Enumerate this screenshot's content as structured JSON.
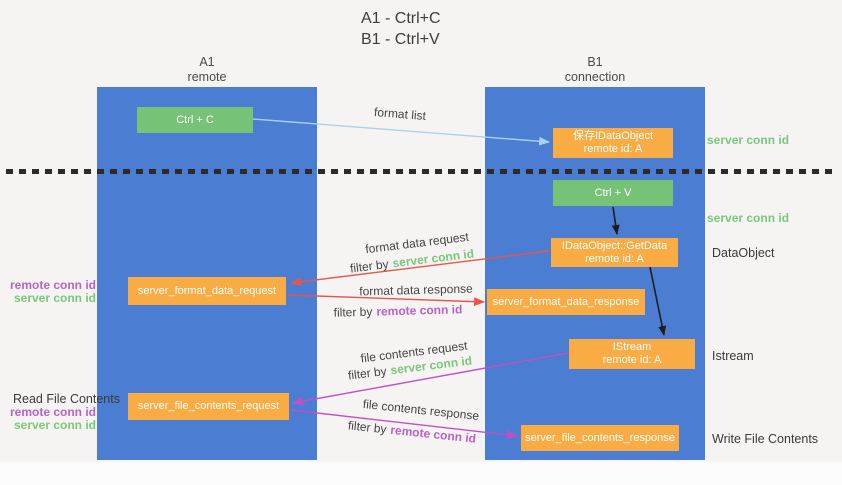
{
  "title": {
    "line1": "A1 - Ctrl+C",
    "line2": "B1 - Ctrl+V"
  },
  "lifelines": {
    "left": {
      "title": "A1",
      "subtitle": "remote"
    },
    "right": {
      "title": "B1",
      "subtitle": "connection"
    }
  },
  "boxes": {
    "ctrl_c": {
      "label": "Ctrl + C"
    },
    "save_dataobject": {
      "line1": "保存IDataObject",
      "line2": "remote id: A"
    },
    "ctrl_v": {
      "label": "Ctrl + V"
    },
    "getdata": {
      "line1": "IDataObject::GetData",
      "line2": "remote id: A"
    },
    "server_format_data_request": {
      "label": "server_format_data_request"
    },
    "server_format_data_response": {
      "label": "server_format_data_response"
    },
    "istream": {
      "line1": "IStream",
      "line2": "remote id: A"
    },
    "server_file_contents_request": {
      "label": "server_file_contents_request"
    },
    "server_file_contents_response": {
      "label": "server_file_contents_response"
    }
  },
  "edge_labels": {
    "format_list": "format list",
    "format_data_request": "format data request",
    "format_data_request_filter": {
      "prefix": "filter by",
      "highlight": "server conn id"
    },
    "format_data_response": "format data response",
    "format_data_response_filter": {
      "prefix": "filter by",
      "highlight": "remote conn id"
    },
    "file_contents_request": "file contents request",
    "file_contents_request_filter": {
      "prefix": "filter by",
      "highlight": "server conn id"
    },
    "file_contents_response": "file contents response",
    "file_contents_response_filter": {
      "prefix": "filter by",
      "highlight": "remote conn id"
    }
  },
  "side_labels": {
    "server_conn_id_top": "server conn id",
    "server_conn_id_mid": "server conn id",
    "dataobject": "DataObject",
    "istream": "Istream",
    "write_file_contents": "Write File Contents",
    "read_file_contents": "Read File Contents",
    "left_remote_conn_id_1": "remote conn id",
    "left_server_conn_id_1": "server conn id",
    "left_remote_conn_id_2": "remote conn id",
    "left_server_conn_id_2": "server conn id"
  },
  "colors": {
    "column_blue": "#4b7ed2",
    "box_green": "#76c277",
    "box_orange": "#f9ab44",
    "green_text": "#7bc77c",
    "purple_text": "#b763c6",
    "blue_arrow": "#a8d2ee",
    "red_arrow": "#e8564b",
    "magenta_arrow": "#c44fc4",
    "black_arrow": "#1d1d1d"
  }
}
